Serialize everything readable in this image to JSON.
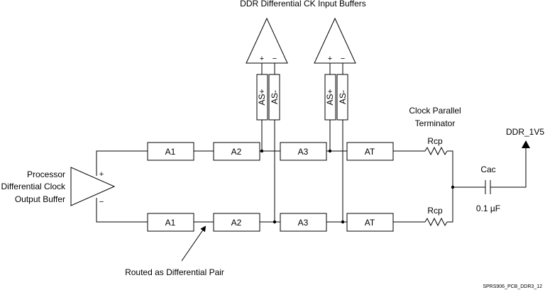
{
  "title": "DDR Differential  CK Input Buffers",
  "processor_label": [
    "Processor",
    "Differential Clock",
    "Output Buffer"
  ],
  "plus_sign": "+",
  "minus_sign": "−",
  "segments": {
    "a1": "A1",
    "a2": "A2",
    "a3": "A3",
    "at": "AT"
  },
  "stubs": {
    "as_plus": "AS+",
    "as_minus": "AS-"
  },
  "terminator_label": [
    "Clock Parallel",
    "Terminator"
  ],
  "resistor": "Rcp",
  "capacitor": "Cac",
  "capacitor_value": "0.1 µF",
  "supply": "DDR_1V5",
  "annotation": "Routed as Differential Pair",
  "figure_id": "SPRS906_PCB_DDR3_12"
}
